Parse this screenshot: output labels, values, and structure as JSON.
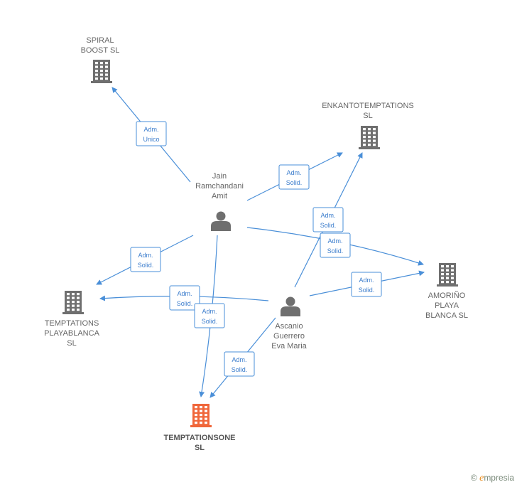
{
  "nodes": {
    "spiral": {
      "label": [
        "SPIRAL",
        "BOOST  SL"
      ],
      "kind": "company"
    },
    "enkanto": {
      "label": [
        "ENKANTOTEMPTATIONS",
        "SL"
      ],
      "kind": "company"
    },
    "jain": {
      "label": [
        "Jain",
        "Ramchandani",
        "Amit"
      ],
      "kind": "person"
    },
    "amorino": {
      "label": [
        "AMORIÑO",
        "PLAYA",
        "BLANCA  SL"
      ],
      "kind": "company"
    },
    "playablanca": {
      "label": [
        "TEMPTATIONS",
        "PLAYABLANCA",
        "SL"
      ],
      "kind": "company"
    },
    "ascanio": {
      "label": [
        "Ascanio",
        "Guerrero",
        "Eva Maria"
      ],
      "kind": "person"
    },
    "one": {
      "label": [
        "TEMPTATIONSONE",
        "SL"
      ],
      "kind": "company-main"
    }
  },
  "edges": [
    {
      "id": "jain-spiral",
      "role": [
        "Adm.",
        "Unico"
      ]
    },
    {
      "id": "jain-enkanto",
      "role": [
        "Adm.",
        "Solid."
      ]
    },
    {
      "id": "ascanio-enkanto",
      "role": [
        "Adm.",
        "Solid."
      ]
    },
    {
      "id": "jain-amorino",
      "role": [
        "Adm.",
        "Solid."
      ]
    },
    {
      "id": "ascanio-amorino",
      "role": [
        "Adm.",
        "Solid."
      ]
    },
    {
      "id": "jain-playablanca",
      "role": [
        "Adm.",
        "Solid."
      ]
    },
    {
      "id": "ascanio-playablanca",
      "role": [
        "Adm.",
        "Solid."
      ]
    },
    {
      "id": "jain-one",
      "role": [
        "Adm.",
        "Solid."
      ]
    },
    {
      "id": "ascanio-one",
      "role": [
        "Adm.",
        "Solid."
      ]
    }
  ],
  "colors": {
    "edge": "#4a8fd8",
    "icon": "#6f6f6f",
    "main_icon": "#f0663a"
  },
  "footer": {
    "copyright": "©",
    "brand_initial": "e",
    "brand_rest": "mpresia"
  }
}
